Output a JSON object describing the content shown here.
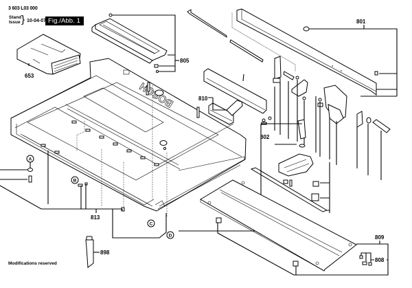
{
  "header": {
    "part_number": "3 603 L03 000",
    "stand_label": "Stand",
    "issue_label": "Issue",
    "brace": "}",
    "date": "10-04-07",
    "figure_label": "Fig./Abb. 1"
  },
  "footer": {
    "note": "Modifications reserved"
  },
  "brand_text": "BOSCH",
  "callouts": {
    "p653": "653",
    "p805": "805",
    "p801": "801",
    "p810": "810",
    "p802": "802",
    "p813": "813",
    "p898": "898",
    "p809": "809",
    "p808": "808"
  },
  "reference_markers": {
    "a": "A",
    "b": "B",
    "c": "C",
    "d": "D"
  }
}
